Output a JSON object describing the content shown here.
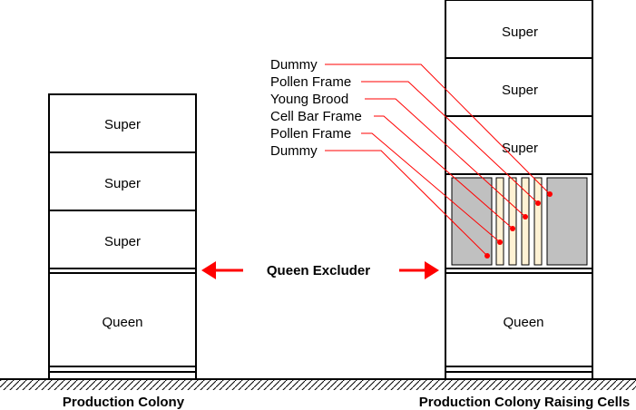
{
  "left_colony": {
    "boxes": [
      "Super",
      "Super",
      "Super",
      "Queen"
    ],
    "caption": "Production Colony"
  },
  "right_colony": {
    "boxes": [
      "Super",
      "Super",
      "Super",
      "Queen"
    ],
    "caption": "Production Colony Raising Cells"
  },
  "excluder": {
    "label": "Queen Excluder",
    "arrow_color": "#ff0000"
  },
  "frames": {
    "labels": [
      "Dummy",
      "Pollen Frame",
      "Young Brood",
      "Cell Bar Frame",
      "Pollen Frame",
      "Dummy"
    ],
    "leader_color": "#ff0000",
    "dummy_fill": "#c0c0c0",
    "comb_fill": "#fff2d4"
  }
}
